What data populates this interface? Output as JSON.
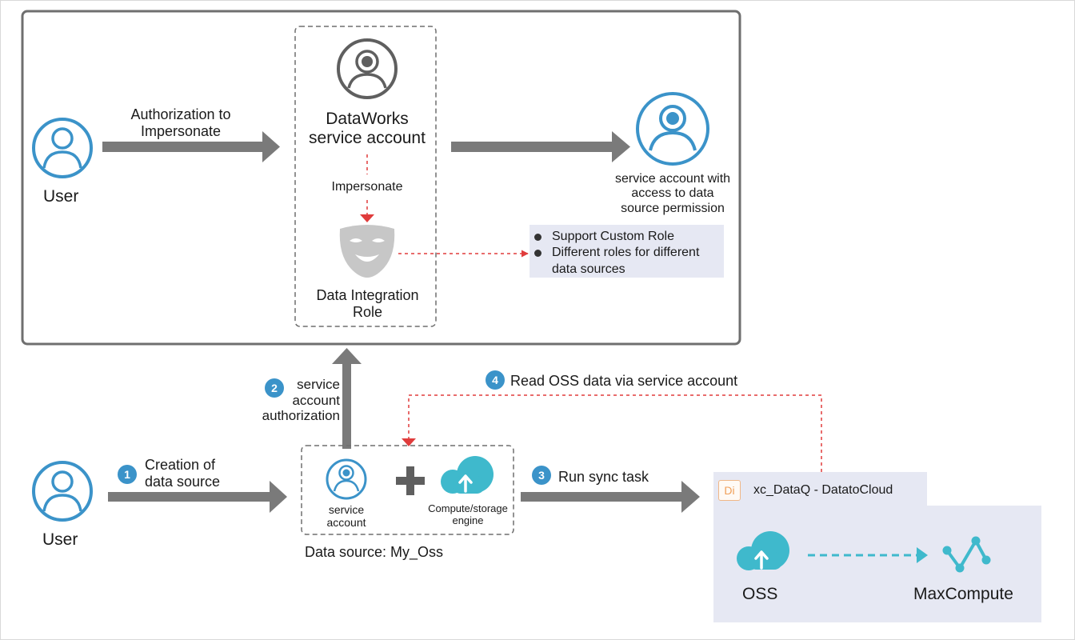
{
  "top": {
    "left_user_label": "User",
    "auth_impersonate_line1": "Authorization to",
    "auth_impersonate_line2": "Impersonate",
    "dataworks_line1": "DataWorks",
    "dataworks_line2": "service account",
    "impersonate_label": "Impersonate",
    "role_line1": "Data Integration",
    "role_line2": "Role",
    "target_line1": "service account with",
    "target_line2": "access to data",
    "target_line3": "source permission",
    "notes": [
      "Support Custom Role",
      "Different roles for different",
      "data sources"
    ]
  },
  "bottom": {
    "user_label": "User",
    "step1_badge": "1",
    "step1_line1": "Creation of",
    "step1_line2": "data source",
    "step2_badge": "2",
    "step2_line1": "service",
    "step2_line2": "account",
    "step2_line3": "authorization",
    "step3_badge": "3",
    "step3_label": "Run sync task",
    "step4_badge": "4",
    "step4_label": "Read OSS data via service account",
    "sa_line1": "service",
    "sa_line2": "account",
    "engine_line1": "Compute/storage",
    "engine_line2": "engine",
    "datasource_label": "Data source: My_Oss",
    "task_badge": "Di",
    "task_title": "xc_DataQ - DatatoCloud",
    "oss_label": "OSS",
    "maxcompute_label": "MaxCompute"
  },
  "colors": {
    "arrow_gray": "#7a7a7a",
    "accent_blue": "#3b93c9",
    "teal": "#3fb9cc",
    "red": "#e03c3c",
    "panel": "#e6e8f3"
  }
}
